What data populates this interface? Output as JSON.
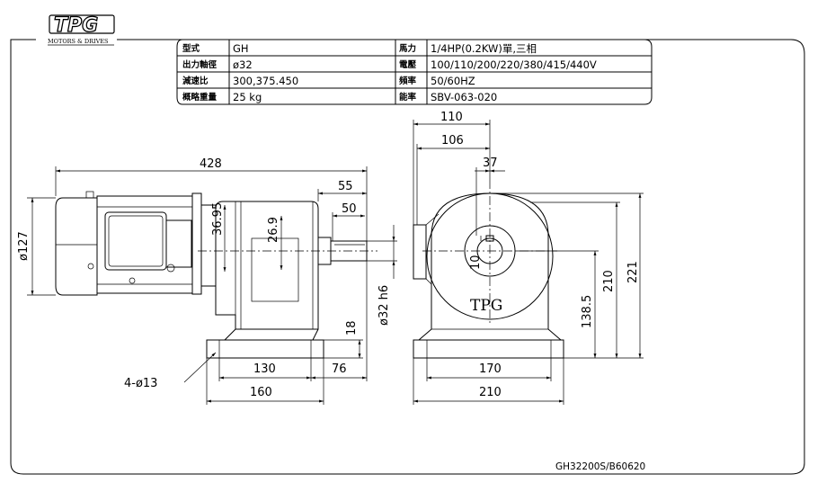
{
  "logo": {
    "brand": "TPG",
    "tagline": "MOTORS & DRIVES"
  },
  "spec_table": {
    "rows": [
      {
        "label": "型式",
        "value": "GH",
        "label2": "馬力",
        "value2": "1/4HP(0.2KW)單,三相"
      },
      {
        "label": "出力軸徑",
        "value": "ø32",
        "label2": "電壓",
        "value2": "100/110/200/220/380/415/440V"
      },
      {
        "label": "減速比",
        "value": "300,375.450",
        "label2": "頻率",
        "value2": "50/60HZ"
      },
      {
        "label": "概略重量",
        "value": "25 kg",
        "label2": "能率",
        "value2": "SBV-063-020"
      }
    ]
  },
  "side_view": {
    "overall_length": "428",
    "shaft_length": "55",
    "key_length": "50",
    "offset_1": "36.95",
    "offset_2": "26.9",
    "motor_dia": "ø127",
    "shaft_dia": "ø32 h6",
    "base_height": "18",
    "hole_pitch": "130",
    "shaft_overhang": "76",
    "base_length": "160",
    "mount_holes": "4-ø13"
  },
  "front_view": {
    "width_1": "110",
    "width_2": "106",
    "key_height": "37",
    "key_width": "10",
    "center_height": "138.5",
    "height_1": "210",
    "height_total": "221",
    "hole_pitch": "170",
    "base_width": "210",
    "nameplate": "TPG"
  },
  "drawing_number": "GH32200S/B60620"
}
